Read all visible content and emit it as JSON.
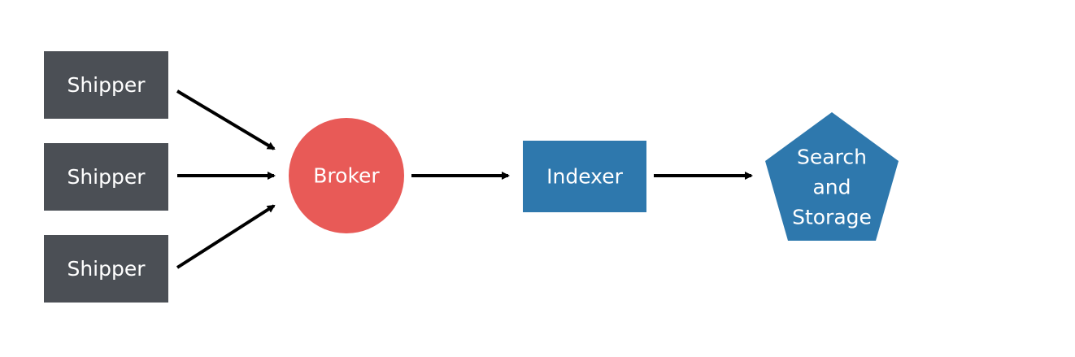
{
  "diagram": {
    "nodes": {
      "shipper_1": {
        "label": "Shipper"
      },
      "shipper_2": {
        "label": "Shipper"
      },
      "shipper_3": {
        "label": "Shipper"
      },
      "broker": {
        "label": "Broker"
      },
      "indexer": {
        "label": "Indexer"
      },
      "search_storage": {
        "label_lines": [
          "Search",
          "and",
          "Storage"
        ]
      }
    },
    "edges": [
      {
        "from": "shipper_1",
        "to": "broker"
      },
      {
        "from": "shipper_2",
        "to": "broker"
      },
      {
        "from": "shipper_3",
        "to": "broker"
      },
      {
        "from": "broker",
        "to": "indexer"
      },
      {
        "from": "indexer",
        "to": "search_storage"
      }
    ],
    "colors": {
      "shipper": "#4b4f55",
      "broker": "#e85a57",
      "indexer": "#2e78ad",
      "search_storage": "#2e78ad",
      "arrow": "#000000",
      "text": "#ffffff"
    }
  }
}
